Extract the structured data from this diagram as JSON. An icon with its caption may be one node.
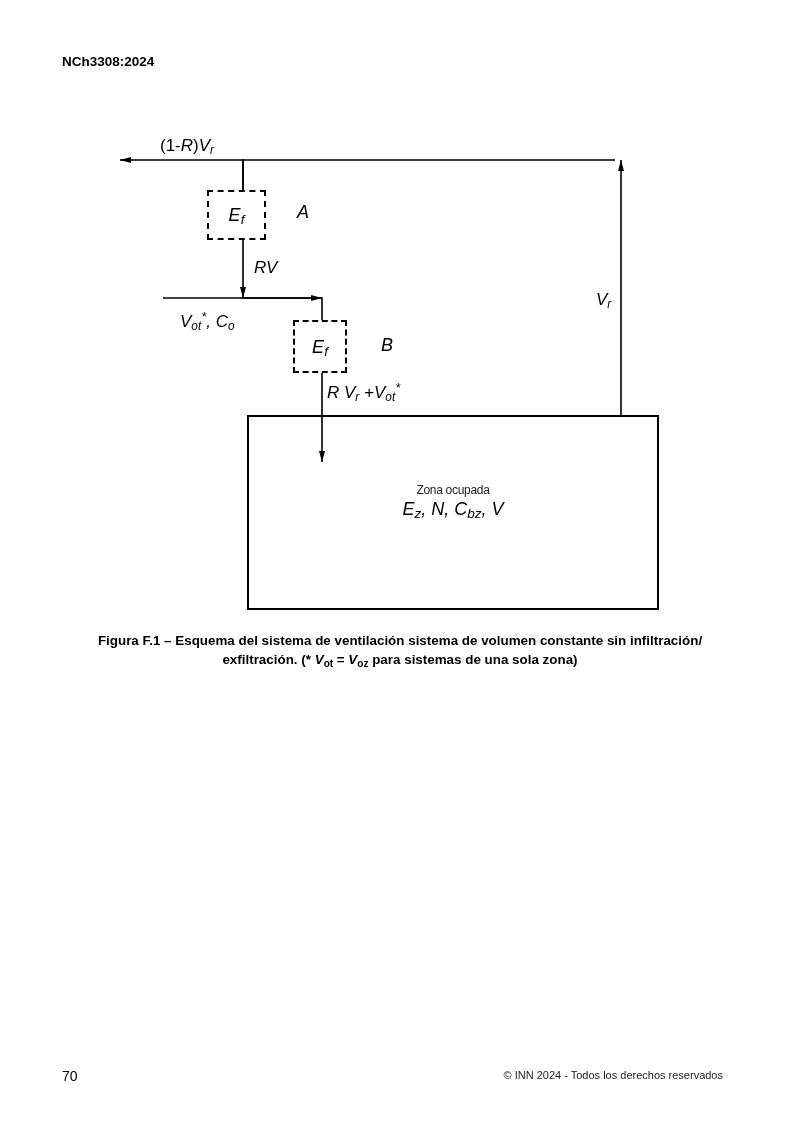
{
  "diagram": {
    "caption": "Figura F.1 – Esquema del sistema de ventilación sistema de volumen constante sin infiltración/ exfiltración. (* *V*$_{ot}$ = *V*$_{oz}$ para sistemas de una sola zona)",
    "nodes": [
      {
        "text": [
          "E$_{f}$"
        ],
        "beside": [
          "A"
        ]
      },
      {
        "text": [
          "E$_{f}$"
        ],
        "beside": [
          "B"
        ]
      },
      {
        "text": [
          "Zona ocupada",
          "E$_{z}$, N, C$_{bz}$, V"
        ]
      }
    ],
    "edges": [
      {
        "from": 2,
        "to": null,
        "arrow": "to",
        "label": "V$_{r}$"
      },
      {
        "from": 0,
        "to": null,
        "arrow": "to",
        "label": "(1-*R*)*V*$_{r}$"
      },
      {
        "from": null,
        "to": 0,
        "arrow": "none"
      },
      {
        "from": 0,
        "to": 1,
        "arrow": "to",
        "label": "RV"
      },
      {
        "from": null,
        "to": 1,
        "arrow": "to",
        "label": "V$_{ot}$$^{*}$, C$_{o}$"
      },
      {
        "from": 1,
        "to": 2,
        "arrow": "to",
        "label": "R V$_{r}$ +V$_{ot}$$^{*}$"
      }
    ],
    "labels": [
      "NCh3308:2024",
      "70",
      "© INN 2024 - Todos los derechos reservados"
    ]
  }
}
